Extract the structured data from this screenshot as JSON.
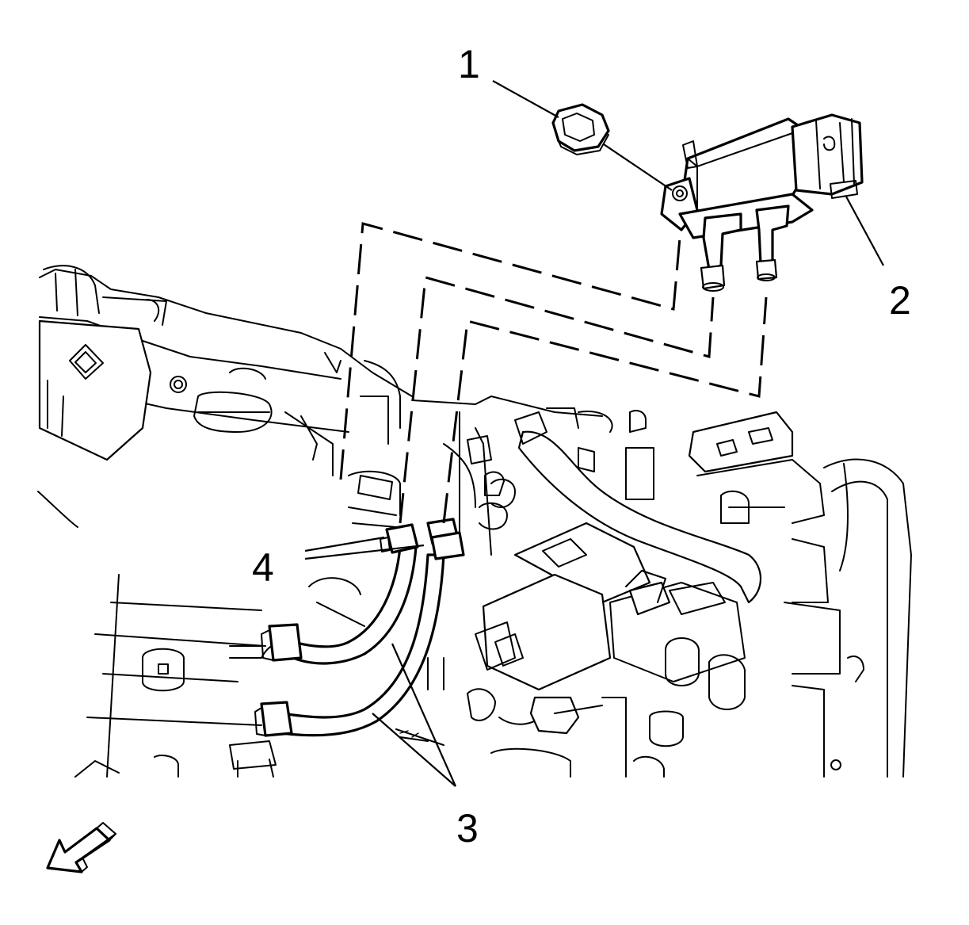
{
  "callouts": [
    {
      "id": "1",
      "label": "1"
    },
    {
      "id": "2",
      "label": "2"
    },
    {
      "id": "3",
      "label": "3"
    },
    {
      "id": "4",
      "label": "4"
    }
  ],
  "icons": {
    "direction_arrow": "forward-direction-arrow-icon"
  },
  "colors": {
    "line": "#000000",
    "background": "#ffffff"
  }
}
